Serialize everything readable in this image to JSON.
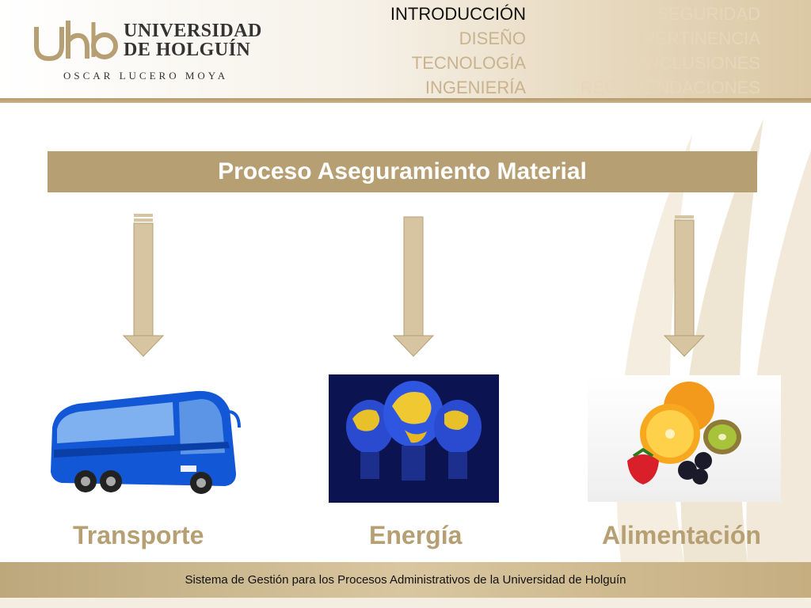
{
  "header": {
    "logo": {
      "name_line1": "UNIVERSIDAD",
      "name_line2": "DE HOLGUÍN",
      "person": "OSCAR LUCERO MOYA"
    },
    "nav_left": [
      {
        "label": "INTRODUCCIÓN",
        "active": true
      },
      {
        "label": "DISEÑO",
        "active": false
      },
      {
        "label": "TECNOLOGÍA",
        "active": false
      },
      {
        "label": "INGENIERÍA",
        "active": false
      }
    ],
    "nav_right": [
      {
        "label": "SEGURIDAD",
        "active": false
      },
      {
        "label": "PERTINENCIA",
        "active": false
      },
      {
        "label": "CONCLUSIONES",
        "active": false
      },
      {
        "label": "RECOMENDACIONES",
        "active": false
      }
    ]
  },
  "title": "Proceso Aseguramiento Material",
  "categories": [
    {
      "label": "Transporte",
      "icon": "bus-image"
    },
    {
      "label": "Energía",
      "icon": "lightbulb-globe-image"
    },
    {
      "label": "Alimentación",
      "icon": "fruit-image"
    }
  ],
  "footer": "Sistema de Gestión para los Procesos Administrativos de la Universidad de Holguín",
  "colors": {
    "accent": "#b69f72",
    "nav_active": "#111111",
    "nav_inactive": "#c9b38e"
  }
}
